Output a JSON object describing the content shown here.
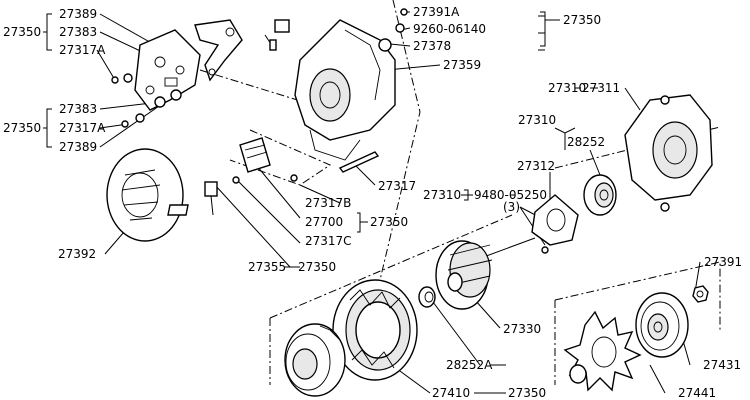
{
  "labels": {
    "l27389a": "27389",
    "l27350a": "27350",
    "l27383a": "27383",
    "l27317Aa": "27317A",
    "l27383b": "27383",
    "l27350b": "27350",
    "l27317Ab": "27317A",
    "l27389b": "27389",
    "l27391A": "27391A",
    "l9260": "9260-06140",
    "l27350c": "27350",
    "l27378": "27378",
    "l27359": "27359",
    "l27310a": "27310",
    "l27311": "27311",
    "l27310b": "27310",
    "l28252a": "28252",
    "l27312": "27312",
    "l27310c": "27310",
    "l9480": "9480-05250",
    "l3": "(3)",
    "l27317": "27317",
    "l27317B": "27317B",
    "l27700": "27700",
    "l27350d": "27350",
    "l27317C": "27317C",
    "l27392": "27392",
    "l27355": "27355",
    "l27350e": "27350",
    "l27330": "27330",
    "l27391": "27391",
    "l28252A": "28252A",
    "l27410": "27410",
    "l27350f": "27350",
    "l27431": "27431",
    "l27441": "27441"
  }
}
